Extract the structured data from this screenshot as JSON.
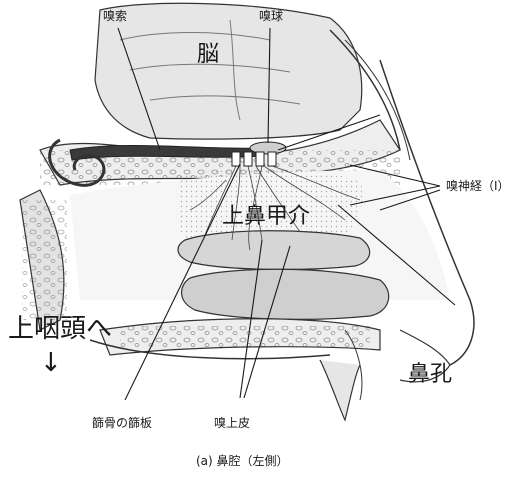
{
  "labels": {
    "olfactory_tract": "嗅索",
    "olfactory_bulb": "嗅球",
    "brain": "脳",
    "olfactory_nerve": "嗅神経（Ⅰ）",
    "superior_concha": "上鼻甲介",
    "to_nasopharynx": "上咽頭へ",
    "arrow_down": "↓",
    "nostril": "鼻孔",
    "cribriform_plate": "篩骨の篩板",
    "olfactory_epithelium": "嗅上皮"
  },
  "caption": "(a) 鼻腔（左側）",
  "colors": {
    "line": "#1a1a1a",
    "bone_fill": "#eeeeee",
    "soft_tissue": "#d9d9d9",
    "dark_tissue": "#9a9a9a",
    "stipple": "#bdbdbd"
  }
}
